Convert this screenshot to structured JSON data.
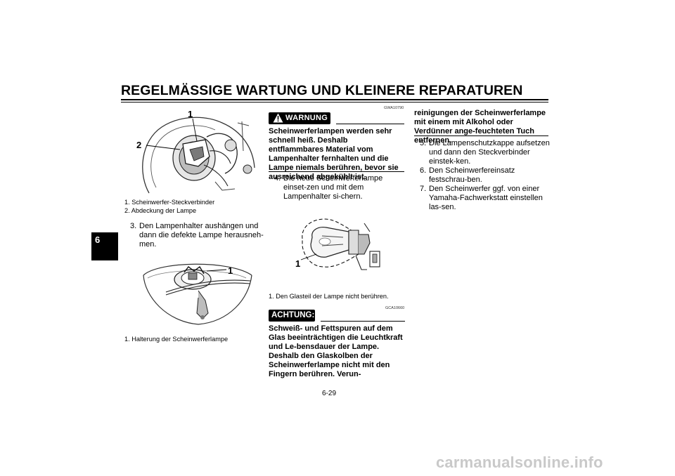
{
  "header": {
    "title": "REGELMÄSSIGE WARTUNG UND KLEINERE REPARATUREN"
  },
  "side_tab": {
    "chapter": "6"
  },
  "figure1": {
    "callouts": [
      "1",
      "2"
    ],
    "captions": [
      "1.  Scheinwerfer-Steckverbinder",
      "2.  Abdeckung der Lampe"
    ]
  },
  "step3": {
    "num": "3.",
    "text": "Den Lampenhalter aushängen und dann die defekte Lampe herausneh-men."
  },
  "figure2": {
    "callouts": [
      "1"
    ],
    "captions": [
      "1.  Halterung der Scheinwerferlampe"
    ]
  },
  "warning": {
    "code": "GWA10790",
    "label": "WARNUNG",
    "text": "Scheinwerferlampen werden sehr schnell heiß. Deshalb entflammbares Material vom Lampenhalter fernhalten und die Lampe niemals berühren, bevor sie ausreichend abgekühlt ist."
  },
  "step4": {
    "num": "4.",
    "text": "Die neue Scheinwerferlampe einset-zen und mit dem Lampenhalter si-chern."
  },
  "figure3": {
    "callouts": [
      "1"
    ],
    "captions": [
      "1.  Den Glasteil der Lampe nicht berühren."
    ]
  },
  "caution": {
    "code": "GCA10660",
    "label": "ACHTUNG:",
    "text_part1": "Schweiß- und Fettspuren auf dem Glas beeinträchtigen die Leuchtkraft und Le-bensdauer der Lampe. Deshalb den Glaskolben der Scheinwerferlampe nicht mit den Fingern berühren. Verun-",
    "text_part2": "reinigungen der Scheinwerferlampe mit einem mit Alkohol oder Verdünner ange-feuchteten Tuch entfernen."
  },
  "steps_right": [
    {
      "num": "5.",
      "text": "Die Lampenschutzkappe aufsetzen und dann den Steckverbinder einstek-ken."
    },
    {
      "num": "6.",
      "text": "Den Scheinwerfereinsatz festschrau-ben."
    },
    {
      "num": "7.",
      "text": "Den Scheinwerfer ggf. von einer Yamaha-Fachwerkstatt einstellen las-sen."
    }
  ],
  "footer": {
    "page": "6-29",
    "watermark": "carmanualsonline.info"
  }
}
